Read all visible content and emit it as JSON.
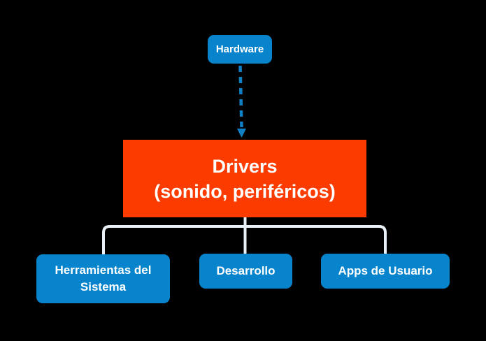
{
  "diagram": {
    "background": "#000000",
    "colors": {
      "background": "#000000",
      "node_blue": "#0884CC",
      "node_red": "#FB3B00",
      "connector": "#E9F0F8",
      "arrow": "#1080C4",
      "text": "#FFFFFF"
    },
    "nodes": {
      "hardware": {
        "label": "Hardware",
        "color": "#0884CC"
      },
      "drivers": {
        "label_line1": "Drivers",
        "label_line2": "(sonido, periféricos)",
        "color": "#FB3B00"
      },
      "herramientas": {
        "label": "Herramientas del Sistema",
        "color": "#0884CC"
      },
      "desarrollo": {
        "label": "Desarrollo",
        "color": "#0884CC"
      },
      "apps": {
        "label": "Apps de Usuario",
        "color": "#0884CC"
      }
    },
    "edges": [
      {
        "from": "Hardware",
        "to": "Drivers (sonido, periféricos)",
        "style": "dashed-arrow"
      },
      {
        "from": "Drivers (sonido, periféricos)",
        "to": "Herramientas del Sistema",
        "style": "solid"
      },
      {
        "from": "Drivers (sonido, periféricos)",
        "to": "Desarrollo",
        "style": "solid"
      },
      {
        "from": "Drivers (sonido, periféricos)",
        "to": "Apps de Usuario",
        "style": "solid"
      }
    ]
  }
}
